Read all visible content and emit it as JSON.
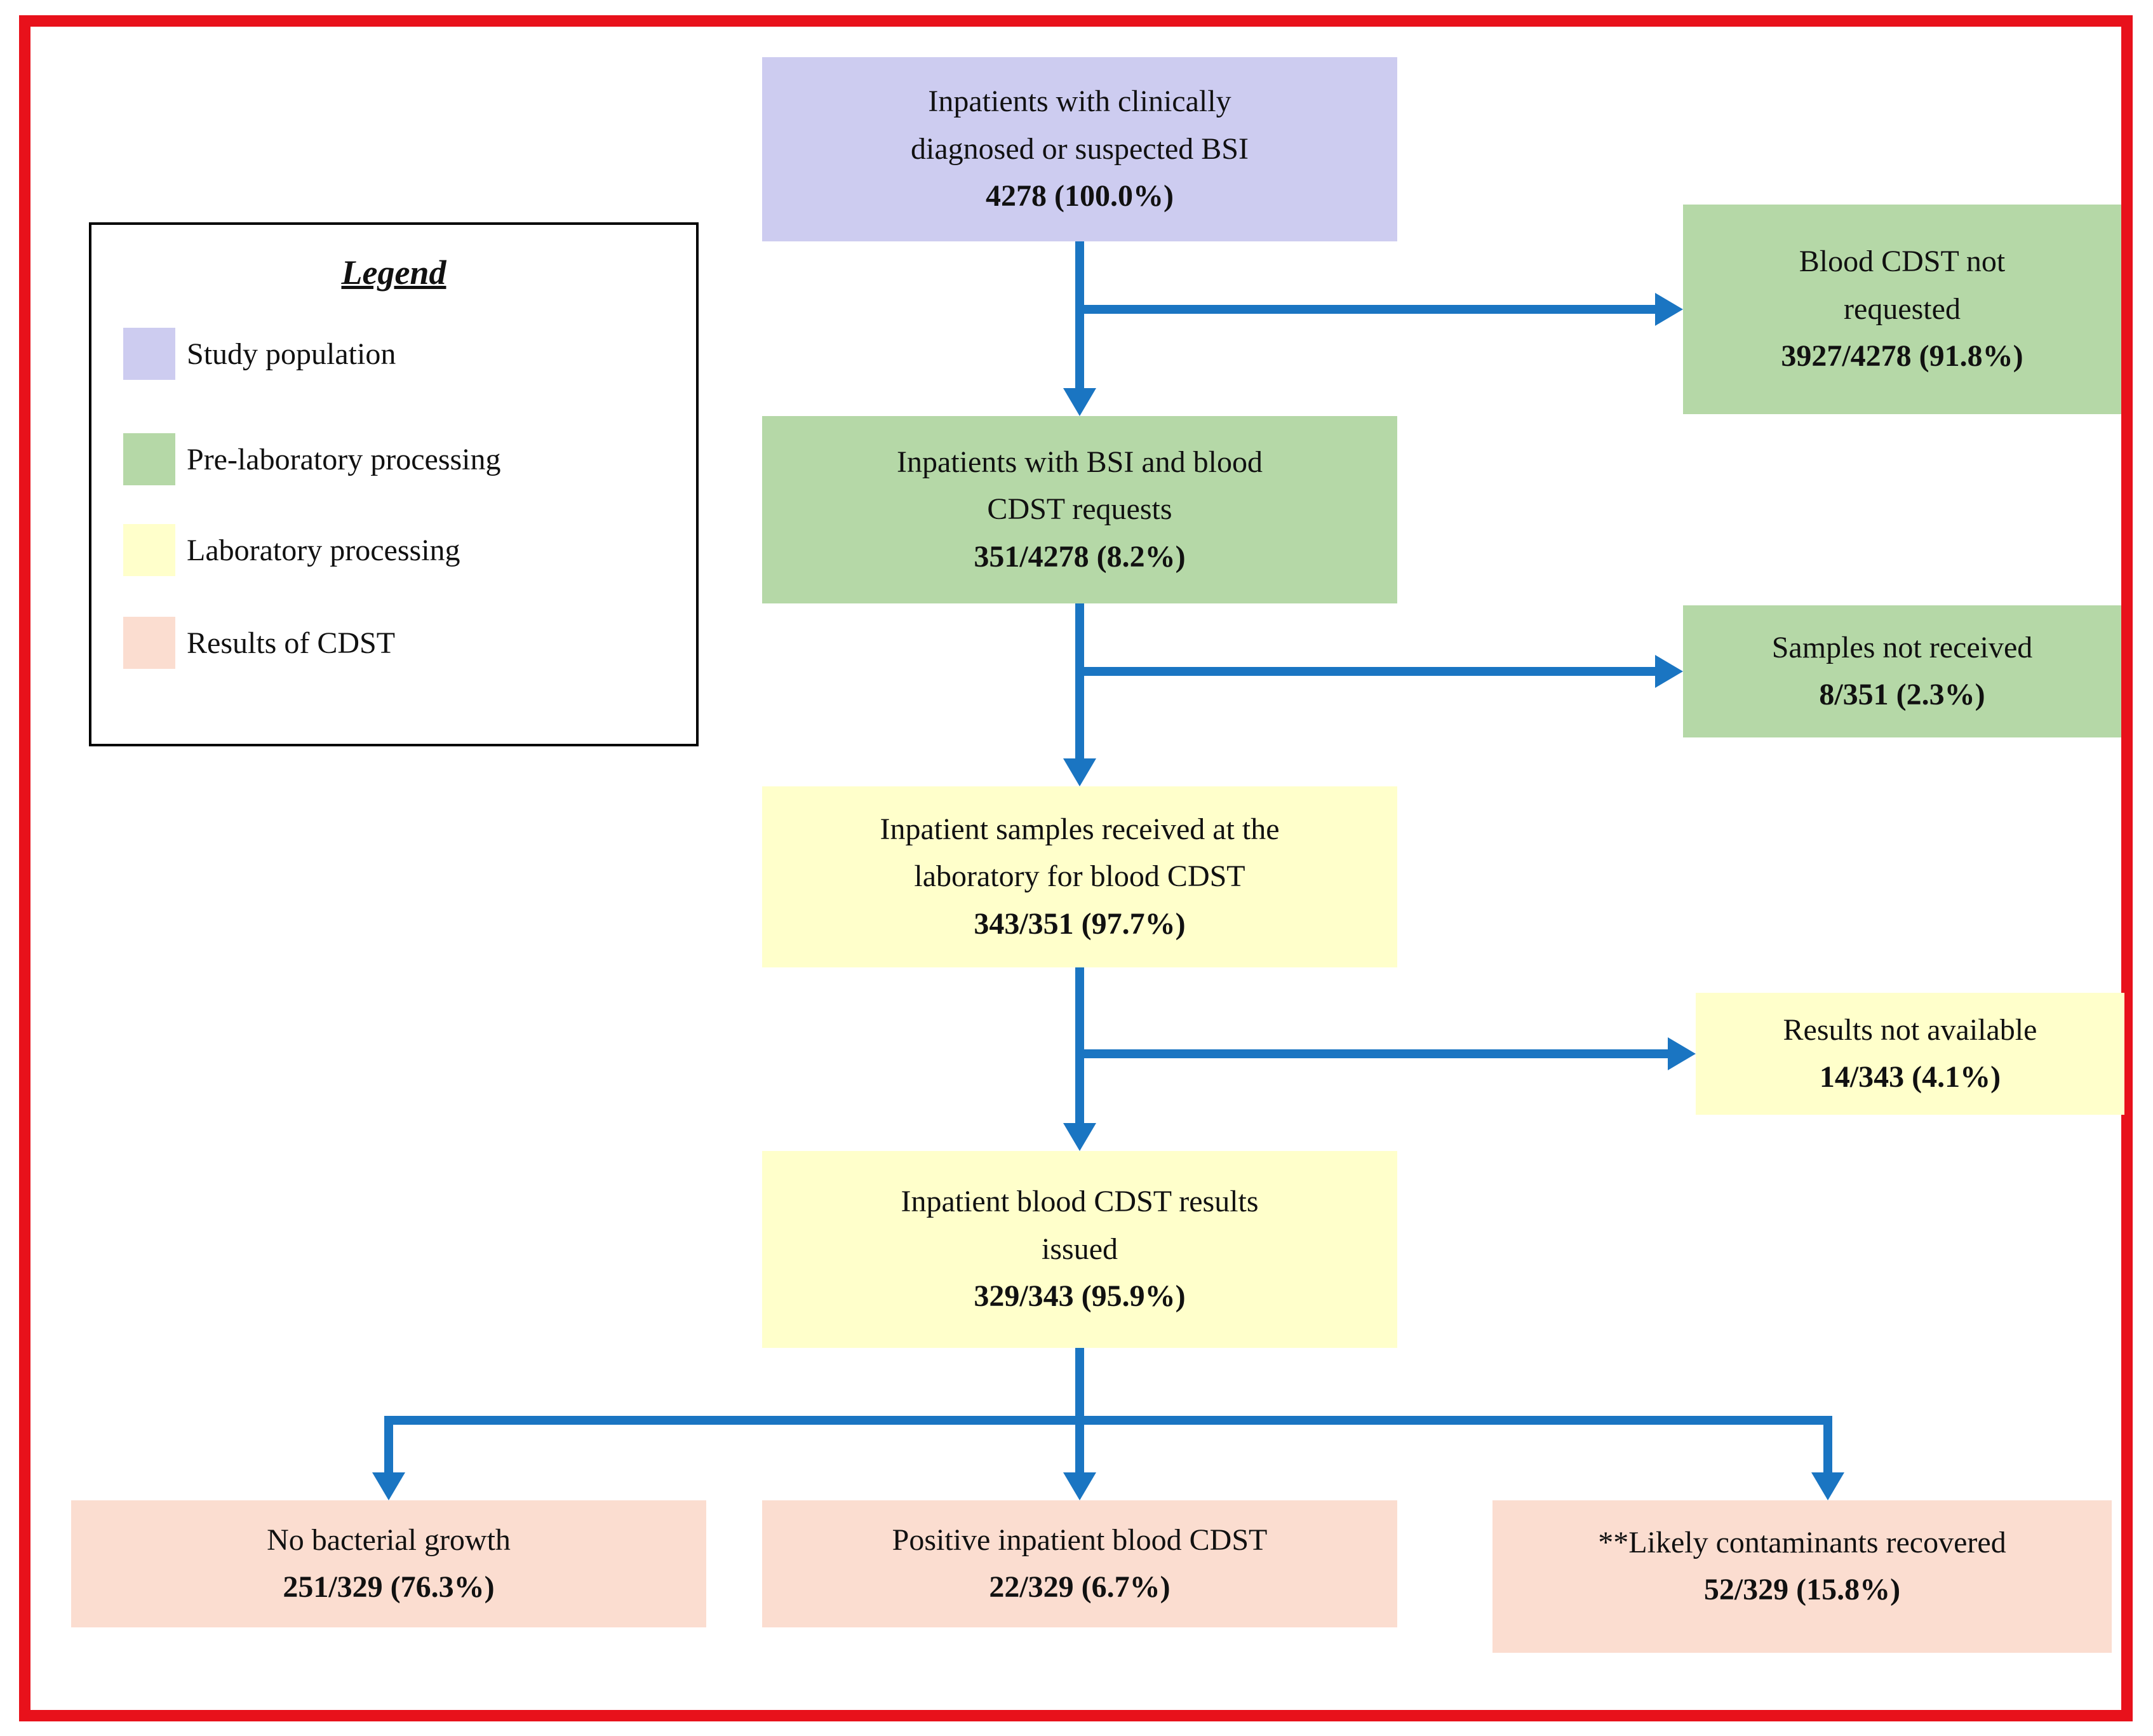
{
  "figure": {
    "type": "flowchart",
    "frame_color": "#e8111b",
    "arrow_color": "#1a75c2",
    "legend": {
      "title": "Legend",
      "items": [
        {
          "label": "Study population",
          "color": "#cdccf0"
        },
        {
          "label": "Pre-laboratory processing",
          "color": "#b5d8a7"
        },
        {
          "label": "Laboratory processing",
          "color": "#ffffcb"
        },
        {
          "label": "Results of CDST",
          "color": "#fbddd0"
        }
      ]
    },
    "nodes": [
      {
        "id": "study-population",
        "label": "Inpatients with clinically\ndiagnosed or suspected BSI",
        "stat": "4278 (100.0%)",
        "category": "Study population",
        "color": "#cdccf0"
      },
      {
        "id": "bsi-cdst-requests",
        "label": "Inpatients with BSI and blood\nCDST requests",
        "stat": "351/4278 (8.2%)",
        "category": "Pre-laboratory processing",
        "color": "#b5d8a7"
      },
      {
        "id": "samples-received",
        "label": "Inpatient samples received at the\nlaboratory for blood CDST",
        "stat": "343/351 (97.7%)",
        "category": "Laboratory processing",
        "color": "#ffffcb"
      },
      {
        "id": "results-issued",
        "label": "Inpatient blood CDST results\nissued",
        "stat": "329/343 (95.9%)",
        "category": "Laboratory processing",
        "color": "#ffffcb"
      },
      {
        "id": "cdst-not-requested",
        "label": "Blood CDST not\nrequested",
        "stat": "3927/4278 (91.8%)",
        "category": "Pre-laboratory processing",
        "color": "#b5d8a7"
      },
      {
        "id": "samples-not-received",
        "label": "Samples not received",
        "stat": "8/351 (2.3%)",
        "category": "Pre-laboratory processing",
        "color": "#b5d8a7"
      },
      {
        "id": "results-not-available",
        "label": "Results not available",
        "stat": "14/343 (4.1%)",
        "category": "Laboratory processing",
        "color": "#ffffcb"
      },
      {
        "id": "no-bacterial-growth",
        "label": "No bacterial growth",
        "stat": "251/329 (76.3%)",
        "category": "Results of CDST",
        "color": "#fbddd0"
      },
      {
        "id": "positive-blood-cdst",
        "label": "Positive inpatient blood CDST",
        "stat": "22/329 (6.7%)",
        "category": "Results of CDST",
        "color": "#fbddd0"
      },
      {
        "id": "likely-contaminants",
        "label": "**Likely contaminants recovered",
        "stat": "52/329 (15.8%)",
        "category": "Results of CDST",
        "color": "#fbddd0"
      }
    ]
  }
}
